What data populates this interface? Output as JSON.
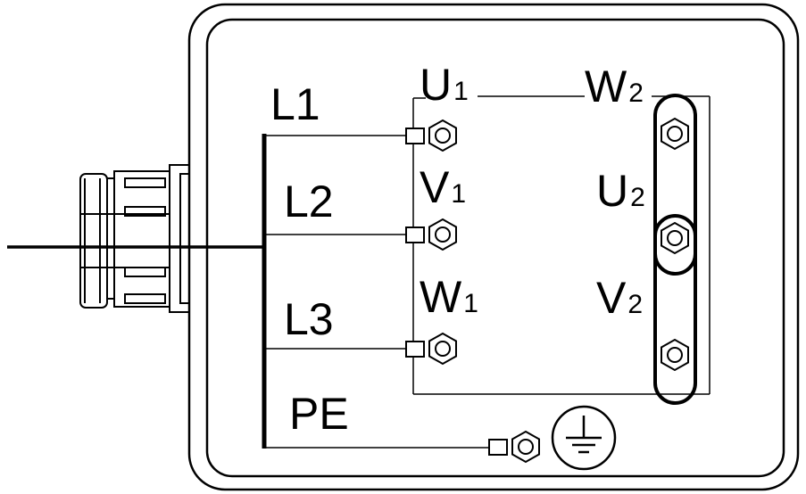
{
  "labels": {
    "l1": "L1",
    "l2": "L2",
    "l3": "L3",
    "pe": "PE"
  },
  "terminals": {
    "u1": {
      "letter": "U",
      "index": "1"
    },
    "v1": {
      "letter": "V",
      "index": "1"
    },
    "w1": {
      "letter": "W",
      "index": "1"
    },
    "u2": {
      "letter": "U",
      "index": "2"
    },
    "v2": {
      "letter": "V",
      "index": "2"
    },
    "w2": {
      "letter": "W",
      "index": "2"
    }
  },
  "icons": {
    "ground": "ground-icon",
    "cable_gland": "cable-gland-icon",
    "terminal_nut": "hex-nut-icon"
  },
  "colors": {
    "stroke": "#000000",
    "background": "#ffffff"
  }
}
